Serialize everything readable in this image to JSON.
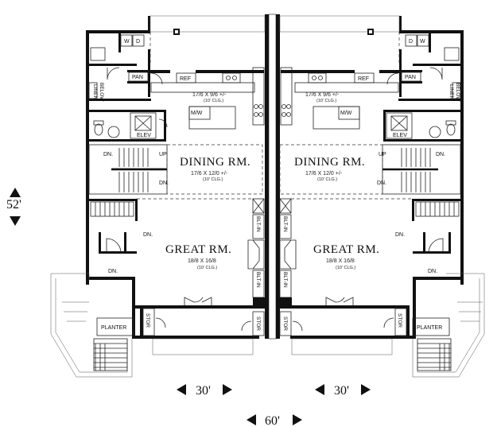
{
  "rooms": {
    "dining": "DINING RM.",
    "dining_dims": "17/6 X 12/0 +/-",
    "dining_clg": "(10' CLG.)",
    "great": "GREAT RM.",
    "great_dims": "18/8 X 16/8",
    "great_clg": "(10' CLG.)",
    "kitchen_dims": "17/6 X 9/6 +/-",
    "kitchen_clg": "(10' CLG.)"
  },
  "labels": {
    "pan": "PAN",
    "ref": "REF",
    "mw": "M/W",
    "elev": "ELEV",
    "dn": "DN.",
    "up": "UP",
    "w": "W",
    "d": "D",
    "linen": "LINEN",
    "below": "BELOW",
    "blt_in": "BLT-IN",
    "stor": "STOR",
    "planter": "PLANTER"
  },
  "dimensions": {
    "depth": "52'",
    "unit_width": "30'",
    "total_width": "60'"
  },
  "colors": {
    "walls": "#111111",
    "lines": "#222222",
    "background": "#ffffff"
  }
}
